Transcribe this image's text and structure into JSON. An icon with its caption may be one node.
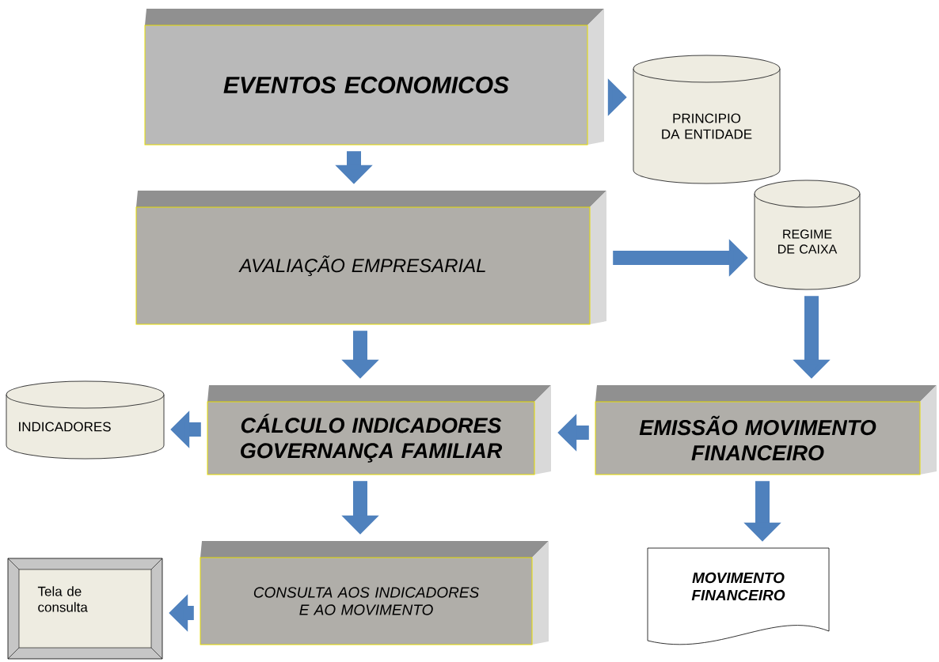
{
  "diagram": {
    "nodes": [
      {
        "text": [
          "EVENTOS ECONOMICOS"
        ]
      },
      {
        "text": [
          "PRINCIPIO DA ENTIDADE"
        ]
      },
      {
        "text": [
          "AVALIAÇÃO EMPRESARIAL"
        ]
      },
      {
        "text": [
          "REGIME DE CAIXA"
        ]
      },
      {
        "text": [
          "INDICADORES"
        ]
      },
      {
        "text": [
          "CÁLCULO INDICADORES GOVERNANÇA FAMILIAR"
        ]
      },
      {
        "text": [
          "EMISSÃO MOVIMENTO FINANCEIRO"
        ]
      },
      {
        "text": [
          "MOVIMENTO FINANCEIRO"
        ]
      },
      {
        "text": [
          "Tela de consulta"
        ]
      },
      {
        "text": [
          "CONSULTA AOS INDICADORES E AO MOVIMENTO"
        ]
      }
    ],
    "edges": [
      {
        "from": 0,
        "to": 1,
        "arrow": "to"
      },
      {
        "from": 0,
        "to": 2,
        "arrow": "to"
      },
      {
        "from": 2,
        "to": 3,
        "arrow": "to"
      },
      {
        "from": 2,
        "to": 5,
        "arrow": "to"
      },
      {
        "from": 3,
        "to": 6,
        "arrow": "to"
      },
      {
        "from": 6,
        "to": 5,
        "arrow": "to"
      },
      {
        "from": 5,
        "to": 4,
        "arrow": "to"
      },
      {
        "from": 5,
        "to": 9,
        "arrow": "to"
      },
      {
        "from": 6,
        "to": 7,
        "arrow": "to"
      },
      {
        "from": 9,
        "to": 8,
        "arrow": "to"
      }
    ]
  }
}
